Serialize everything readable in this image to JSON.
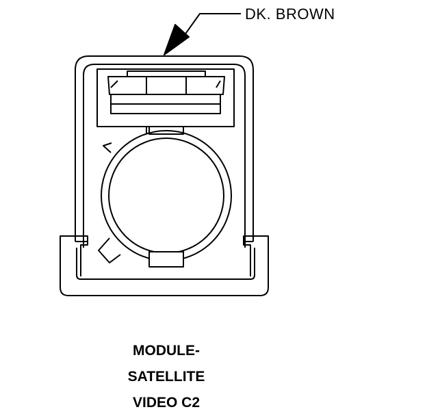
{
  "callout": {
    "wire_color": "DK. BROWN"
  },
  "caption": {
    "line1": "MODULE-",
    "line2": "SATELLITE",
    "line3": "VIDEO C2"
  }
}
